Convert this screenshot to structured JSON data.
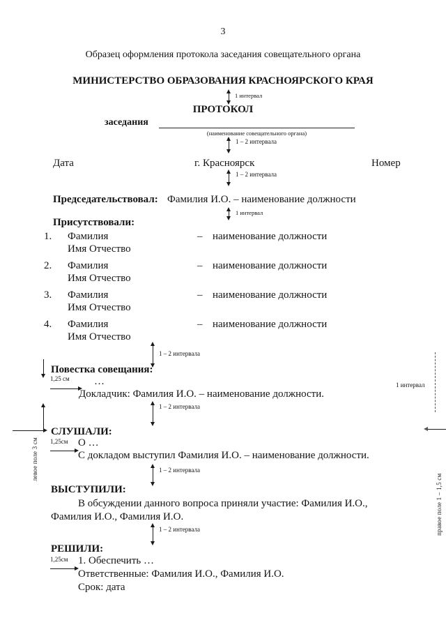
{
  "document": {
    "page_number": "3",
    "caption": "Образец оформления протокола заседания совещательного органа",
    "ministry_heading": "МИНИСТЕРСТВО ОБРАЗОВАНИЯ КРАСНОЯРСКОГО КРАЯ",
    "protocol_title": "ПРОТОКОЛ",
    "meeting_word": "заседания",
    "body_caption": "(наименование совещательного органа)",
    "date_label": "Дата",
    "city_label": "г. Красноярск",
    "number_label": "Номер"
  },
  "chair": {
    "label": "Председательствовал:",
    "value": "Фамилия И.О. – наименование должности"
  },
  "attendees": {
    "heading": "Присутствовали:",
    "dash": "–",
    "rows": [
      {
        "num": "1.",
        "surname": "Фамилия",
        "name": "Имя Отчество",
        "position": "наименование должности"
      },
      {
        "num": "2.",
        "surname": "Фамилия",
        "name": "Имя Отчество",
        "position": "наименование должности"
      },
      {
        "num": "3.",
        "surname": "Фамилия",
        "name": "Имя Отчество",
        "position": "наименование должности"
      },
      {
        "num": "4.",
        "surname": "Фамилия",
        "name": "Имя Отчество",
        "position": "наименование должности"
      }
    ]
  },
  "agenda": {
    "heading": "Повестка совещания:",
    "ellipsis": "…",
    "speaker_line": "Докладчик: Фамилия И.О. – наименование должности."
  },
  "heard": {
    "heading": "СЛУШАЛИ:",
    "line1": "О …",
    "line2": "С докладом выступил Фамилия И.О. – наименование должности."
  },
  "spoke": {
    "heading": "ВЫСТУПИЛИ:",
    "line1": "В обсуждении данного вопроса приняли участие: Фамилия И.О.,",
    "line2": "Фамилия И.О., Фамилия И.О."
  },
  "decided": {
    "heading": "РЕШИЛИ:",
    "line1": "1. Обеспечить …",
    "line2": "Ответственные: Фамилия И.О., Фамилия И.О.",
    "line3": "Срок: дата"
  },
  "annotations": {
    "interval_1": "1  интервал",
    "interval_1_plain": "1 интервал",
    "interval_1_2": "1 – 2 интервала",
    "indent_125_sp": "1,25 см",
    "indent_125": "1,25см",
    "left_margin": "левое поле 3 см",
    "right_margin": "правое поле 1 – 1,5 см",
    "right_interval": "1 интервал"
  }
}
